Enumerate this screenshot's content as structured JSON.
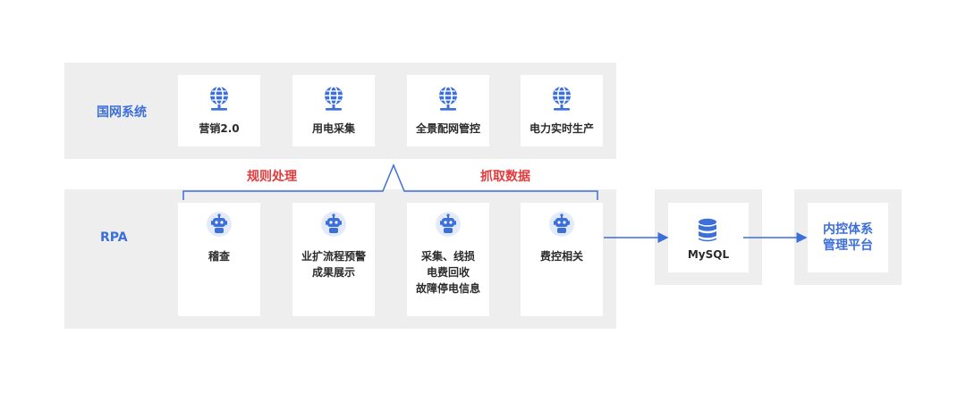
{
  "rows": {
    "state_grid": {
      "label": "国网系统"
    },
    "rpa": {
      "label": "RPA"
    }
  },
  "state_grid_systems": [
    {
      "label": "营销2.0",
      "icon": "globe-icon"
    },
    {
      "label": "用电采集",
      "icon": "globe-icon"
    },
    {
      "label": "全景配网管控",
      "icon": "globe-icon"
    },
    {
      "label": "电力实时生产",
      "icon": "globe-icon"
    }
  ],
  "bracket_labels": {
    "left": "规则处理",
    "right": "抓取数据"
  },
  "rpa_modules": [
    {
      "label": "稽查",
      "icon": "robot-icon"
    },
    {
      "label": "业扩流程预警\n成果展示",
      "icon": "robot-icon"
    },
    {
      "label": "采集、线损\n电费回收\n故障停电信息",
      "icon": "robot-icon"
    },
    {
      "label": "费控相关",
      "icon": "robot-icon"
    }
  ],
  "database": {
    "label": "MySQL",
    "icon": "database-icon"
  },
  "platform": {
    "label": "内控体系\n管理平台"
  },
  "colors": {
    "accent_blue": "#3d6fd9",
    "highlight_red": "#e23b3b",
    "panel_gray": "#eeeeee"
  }
}
